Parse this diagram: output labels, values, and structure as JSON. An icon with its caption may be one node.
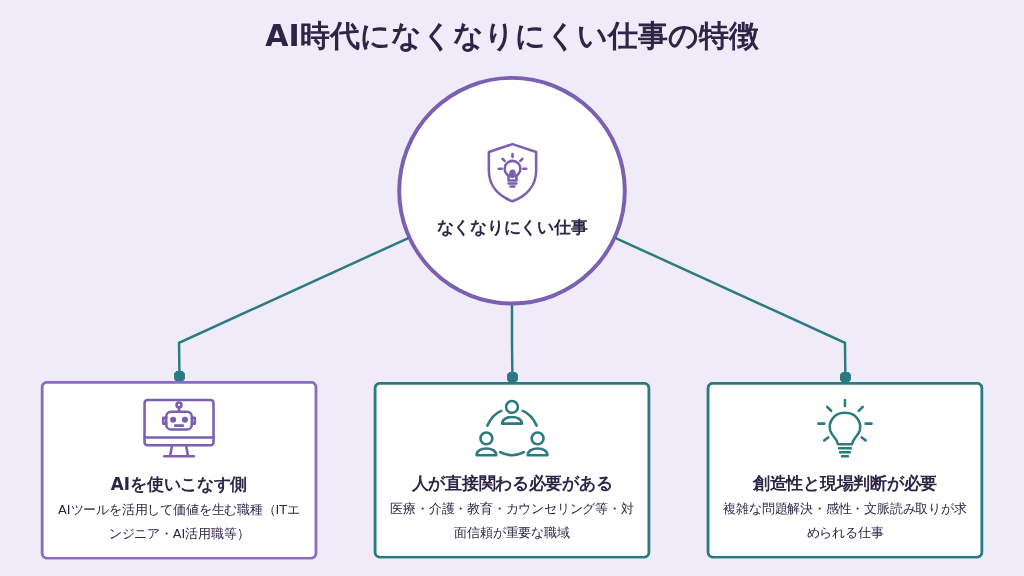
{
  "diagram": {
    "title": "AI時代になくなりにくい仕事の特徴",
    "nodes": [
      {
        "text": [
          "なくなりにくい仕事"
        ]
      },
      {
        "text": [
          "AIを使いこなす側",
          "AIツールを活用して価値を生む職種（ITエンジニア・AI活用職等）"
        ]
      },
      {
        "text": [
          "人が直接関わる必要がある",
          "医療・介護・教育・カウンセリング等・対面信頼が重要な職域"
        ]
      },
      {
        "text": [
          "創造性と現場判断が必要",
          "複雑な問題解決・感性・文脈読み取りが求められる仕事"
        ]
      }
    ],
    "edges": [
      {
        "from": 0,
        "to": 1,
        "arrow": "other"
      },
      {
        "from": 0,
        "to": 2,
        "arrow": "other"
      },
      {
        "from": 0,
        "to": 3,
        "arrow": "other"
      }
    ]
  }
}
